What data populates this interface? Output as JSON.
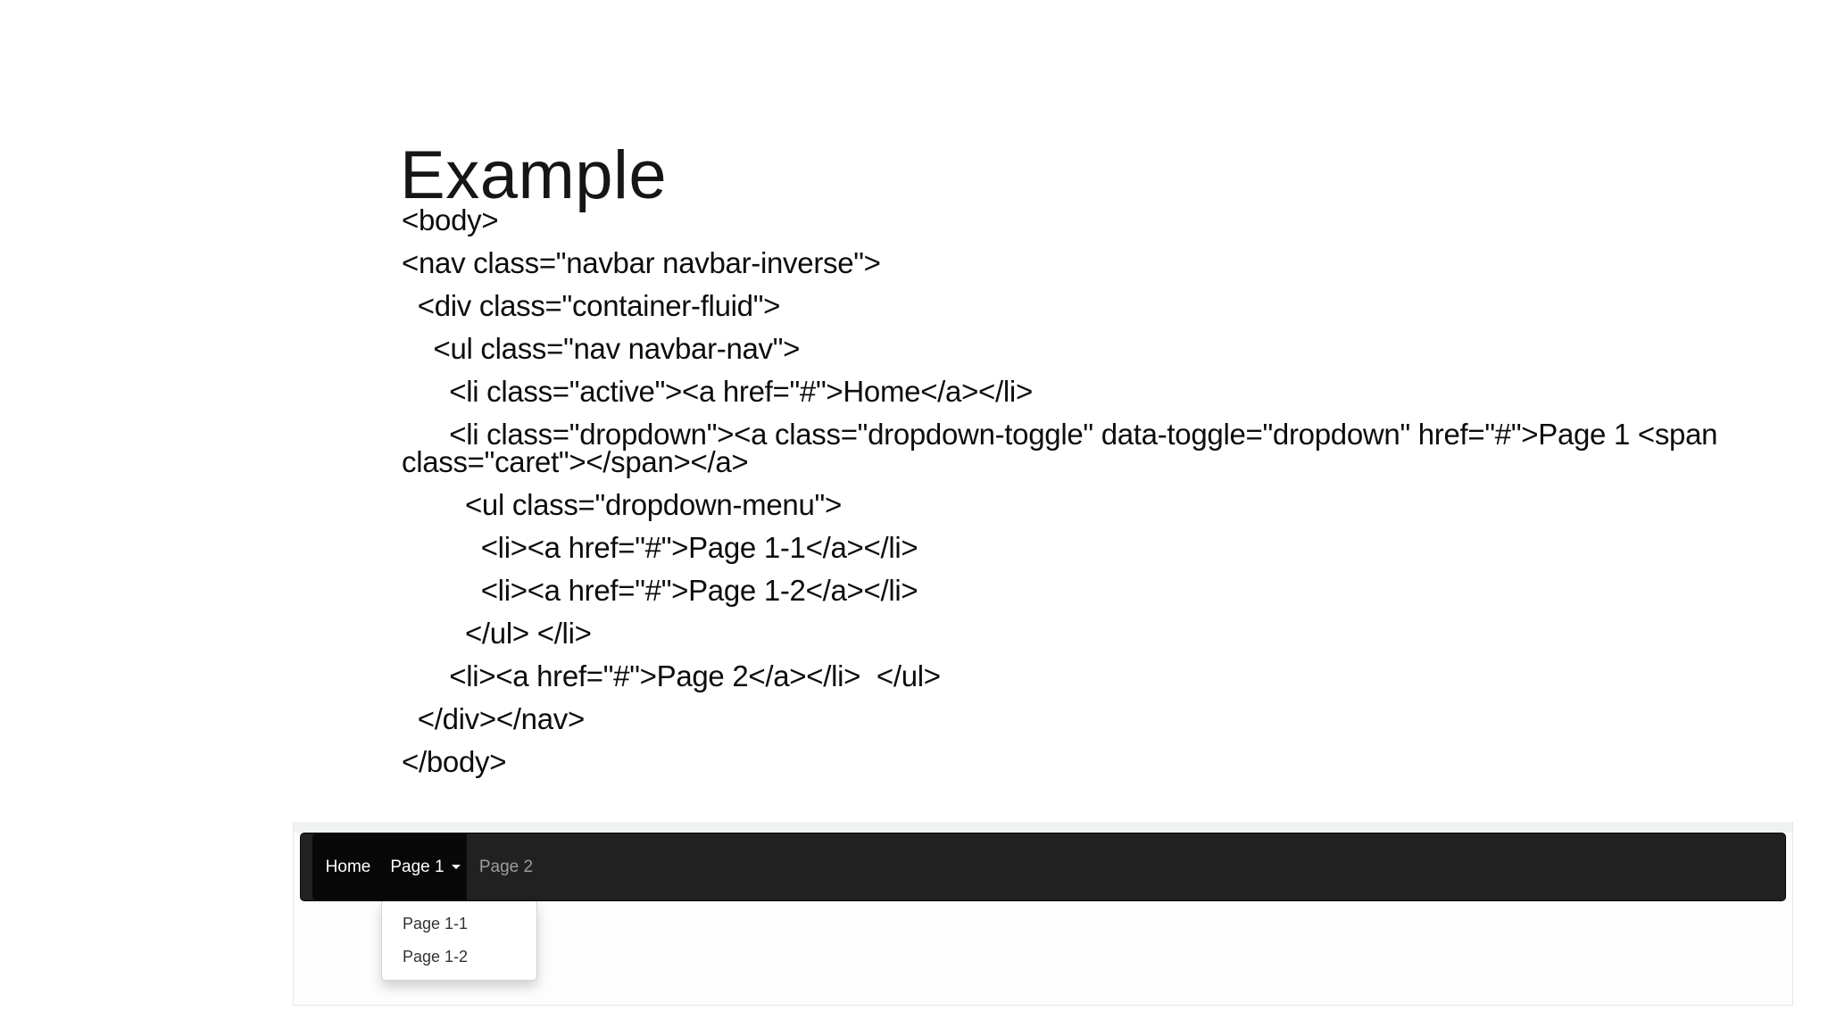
{
  "slide": {
    "title": "Example",
    "code_lines": [
      "<body>",
      "<nav class=\"navbar navbar-inverse\">",
      "  <div class=\"container-fluid\">",
      "    <ul class=\"nav navbar-nav\">",
      "      <li class=\"active\"><a href=\"#\">Home</a></li>",
      "      <li class=\"dropdown\"><a class=\"dropdown-toggle\" data-toggle=\"dropdown\" href=\"#\">Page 1 <span\nclass=\"caret\"></span></a>",
      "        <ul class=\"dropdown-menu\">",
      "          <li><a href=\"#\">Page 1-1</a></li>",
      "          <li><a href=\"#\">Page 1-2</a></li>",
      "        </ul> </li>",
      "      <li><a href=\"#\">Page 2</a></li>  </ul>",
      "  </div></nav>",
      "</body>"
    ]
  },
  "result_preview": {
    "navbar": {
      "background": "#222222",
      "active_background": "#080808",
      "link_color": "#9d9d9d",
      "active_link_color": "#ffffff",
      "items": [
        {
          "label": "Home",
          "state": "active"
        },
        {
          "label": "Page 1",
          "state": "open",
          "caret": "caret-down"
        },
        {
          "label": "Page 2",
          "state": "default"
        }
      ]
    },
    "dropdown": {
      "background": "#ffffff",
      "item_color": "#333333",
      "items": [
        {
          "label": "Page 1-1"
        },
        {
          "label": "Page 1-2"
        }
      ]
    }
  }
}
